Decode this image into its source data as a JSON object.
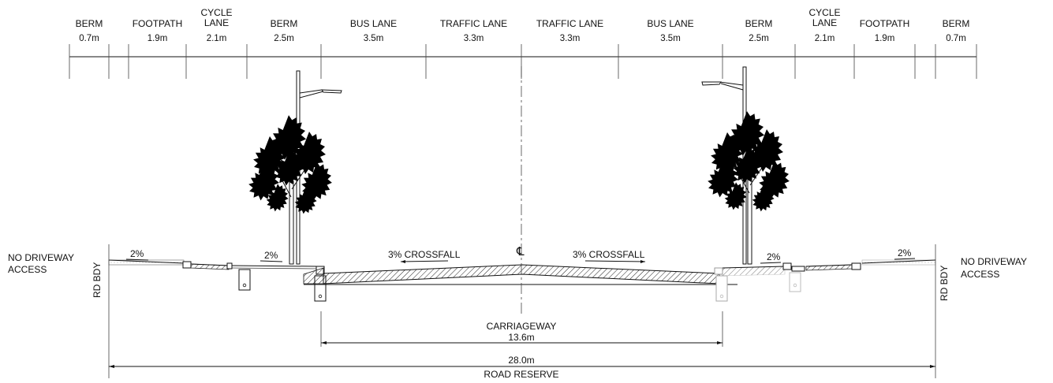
{
  "segments": [
    {
      "title": [
        "BERM"
      ],
      "width": "0.7m"
    },
    {
      "title": [
        "FOOTPATH"
      ],
      "width": "1.9m"
    },
    {
      "title": [
        "CYCLE",
        "LANE"
      ],
      "width": "2.1m"
    },
    {
      "title": [
        "BERM"
      ],
      "width": "2.5m"
    },
    {
      "title": [
        "BUS LANE"
      ],
      "width": "3.5m"
    },
    {
      "title": [
        "TRAFFIC LANE"
      ],
      "width": "3.3m"
    },
    {
      "title": [
        "TRAFFIC LANE"
      ],
      "width": "3.3m"
    },
    {
      "title": [
        "BUS LANE"
      ],
      "width": "3.5m"
    },
    {
      "title": [
        "BERM"
      ],
      "width": "2.5m"
    },
    {
      "title": [
        "CYCLE",
        "LANE"
      ],
      "width": "2.1m"
    },
    {
      "title": [
        "FOOTPATH"
      ],
      "width": "1.9m"
    },
    {
      "title": [
        "BERM"
      ],
      "width": "0.7m"
    }
  ],
  "left_note": [
    "NO DRIVEWAY",
    "ACCESS"
  ],
  "right_note": [
    "NO DRIVEWAY",
    "ACCESS"
  ],
  "boundary_label": "RD BDY",
  "slopes": {
    "left_footpath": "2%",
    "left_berm": "2%",
    "right_berm": "2%",
    "right_footpath": "2%",
    "left_carriageway": "3% CROSSFALL",
    "right_carriageway": "3% CROSSFALL"
  },
  "centreline_symbol": "℄",
  "carriageway": {
    "label": "CARRIAGEWAY",
    "width": "13.6m"
  },
  "road_reserve": {
    "width": "28.0m",
    "label": "ROAD RESERVE"
  }
}
